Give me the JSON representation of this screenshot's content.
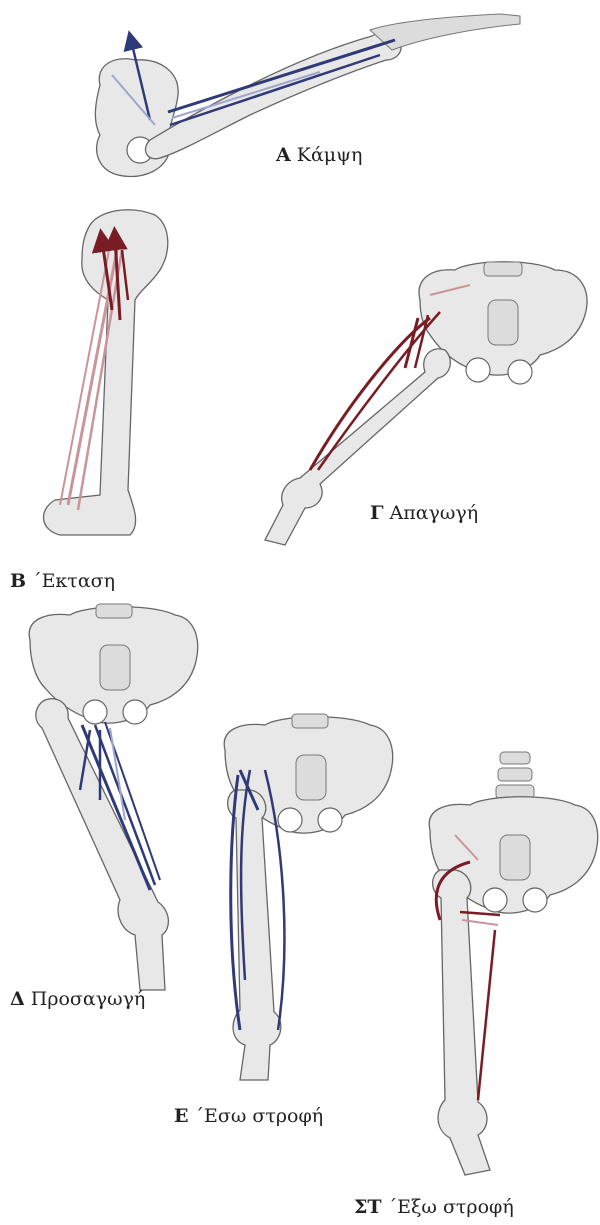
{
  "panels": [
    {
      "id": "A",
      "letter": "Α",
      "label": "Κάμψη",
      "muscle_color": "#2f3a78"
    },
    {
      "id": "B",
      "letter": "Β",
      "label": "΄Εκταση",
      "muscle_color": "#7a1c24"
    },
    {
      "id": "G",
      "letter": "Γ",
      "label": "Απαγωγή",
      "muscle_color": "#7a1c24"
    },
    {
      "id": "D",
      "letter": "Δ",
      "label": "Προσαγωγή",
      "muscle_color": "#2f3a78"
    },
    {
      "id": "E",
      "letter": "Ε",
      "label": "΄Εσω στροφή",
      "muscle_color": "#2f3a78"
    },
    {
      "id": "ST",
      "letter": "ΣΤ",
      "label": "΄Εξω στροφή",
      "muscle_color": "#7a1c24"
    }
  ],
  "colors": {
    "blue_muscle": "#2f3a78",
    "red_muscle": "#7a1c24",
    "light_red": "#c9959b",
    "light_blue": "#9ea6cc",
    "bone_fill": "#e8e8e8",
    "bone_outline": "#666666"
  }
}
